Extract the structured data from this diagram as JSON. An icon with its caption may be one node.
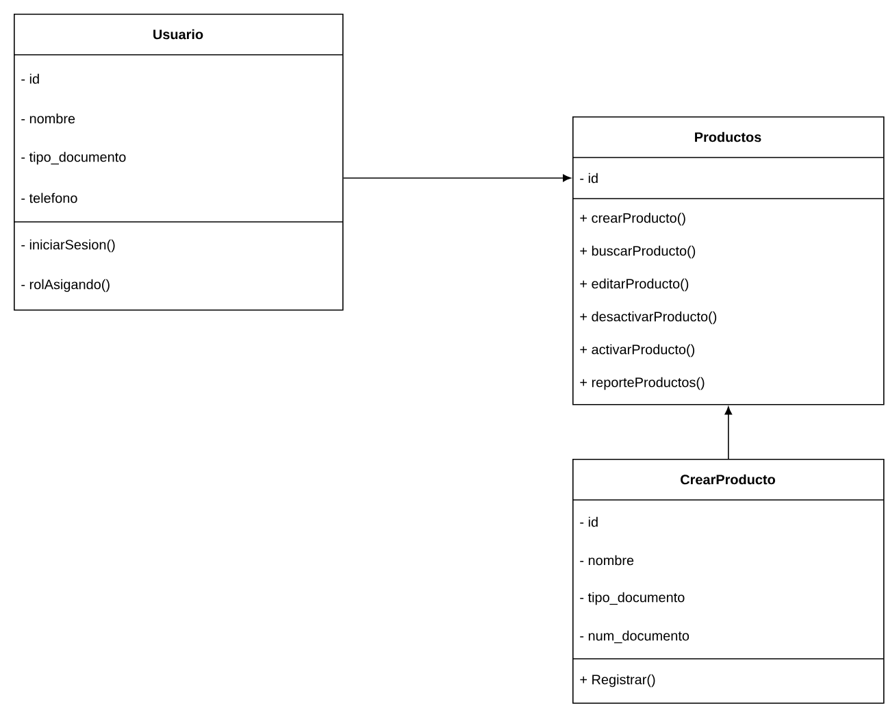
{
  "diagram": {
    "nodes": [
      {
        "text": [
          "Usuario",
          "- id",
          "- nombre",
          "- tipo_documento",
          "- telefono",
          "- iniciarSesion()",
          "- rolAsigando()"
        ]
      },
      {
        "text": [
          "Productos",
          "- id",
          "+ crearProducto()",
          "+ buscarProducto()",
          "+ editarProducto()",
          "+ desactivarProducto()",
          "+ activarProducto()",
          "+ reporteProductos()"
        ]
      },
      {
        "text": [
          "CrearProducto",
          "- id",
          "- nombre",
          "- tipo_documento",
          "- num_documento",
          "+ Registrar()"
        ]
      }
    ],
    "edges": [
      {
        "from": 0,
        "to": 1,
        "arrow": "to"
      },
      {
        "from": 2,
        "to": 1,
        "arrow": "to"
      }
    ]
  }
}
